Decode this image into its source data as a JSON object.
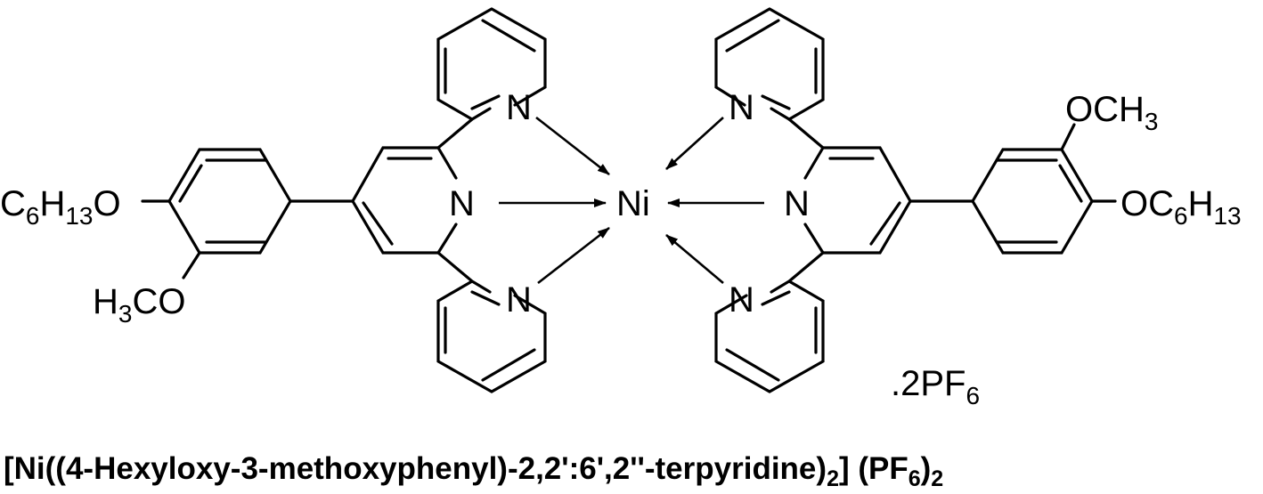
{
  "diagram": {
    "metal": "Ni",
    "ring_nitrogen": "N",
    "left_substituents": {
      "hexyloxy": {
        "main": "C",
        "s1": "6",
        "mid": "H",
        "s2": "13",
        "end": "O"
      },
      "methoxy": {
        "pre": "H",
        "s1": "3",
        "post": "CO"
      }
    },
    "right_substituents": {
      "methoxy": {
        "main": "OCH",
        "s1": "3"
      },
      "hexyloxy": {
        "main": "OC",
        "s1": "6",
        "mid": "H",
        "s2": "13"
      }
    },
    "counterion": {
      "main": ".2PF",
      "s1": "6"
    },
    "caption": {
      "part1": "[Ni((4-Hexyloxy-3-methoxyphenyl)-2,2':6',2''-terpyridine)",
      "sub1": "2",
      "part2": "] (PF",
      "sub2": "6",
      "part3": ")",
      "sub3": "2"
    }
  }
}
